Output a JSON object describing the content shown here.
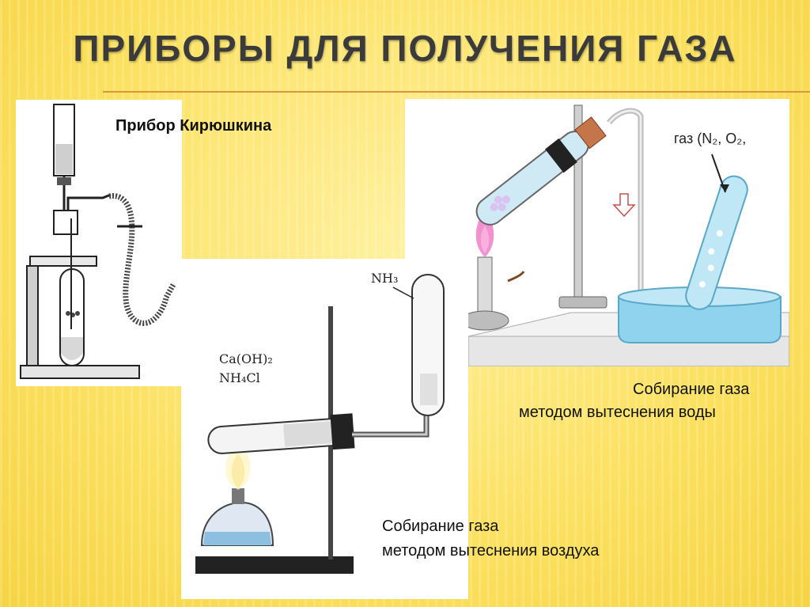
{
  "slide": {
    "title": "ПРИБОРЫ ДЛЯ ПОЛУЧЕНИЯ ГАЗА",
    "colors": {
      "background": "#fbe26a",
      "accent_rule": "#d9963a",
      "water": "#8fd3ee",
      "flame": "#f07cc8"
    }
  },
  "kiryushkin": {
    "caption": "Прибор Кирюшкина"
  },
  "water_method": {
    "gas_label": "газ (N₂, O₂,",
    "caption_line1": "Собирание газа",
    "caption_line2": "методом вытеснения воды"
  },
  "air_method": {
    "reagent_1": "Ca(OH)₂",
    "reagent_2": "NH₄Cl",
    "product": "NH₃",
    "caption_line1": "Собирание газа",
    "caption_line2": "методом вытеснения воздуха"
  }
}
